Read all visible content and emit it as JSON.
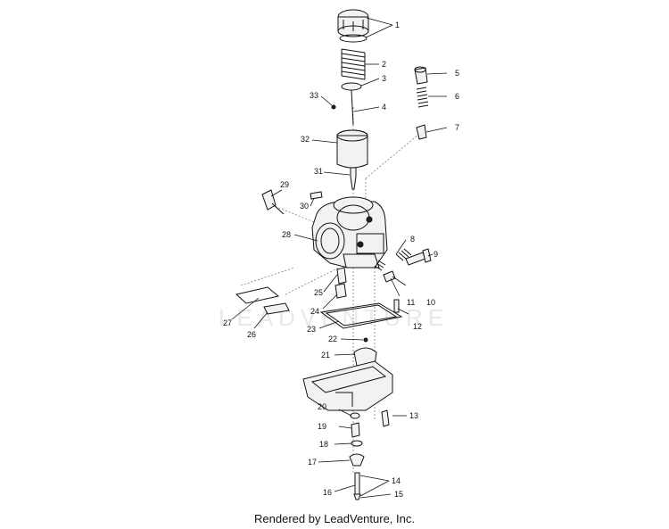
{
  "watermark": "LEADVENTURE",
  "footer": "Rendered by LeadVenture, Inc.",
  "callouts": {
    "c1": "1",
    "c2": "2",
    "c3": "3",
    "c4": "4",
    "c5": "5",
    "c6": "6",
    "c7": "7",
    "c8": "8",
    "c9": "9",
    "c10": "10",
    "c11": "11",
    "c12": "12",
    "c13": "13",
    "c14": "14",
    "c15": "15",
    "c16": "16",
    "c17": "17",
    "c18": "18",
    "c19": "19",
    "c20": "20",
    "c21": "21",
    "c22": "22",
    "c23": "23",
    "c24": "24",
    "c25": "25",
    "c26": "26",
    "c27": "27",
    "c28": "28",
    "c29": "29",
    "c30": "30",
    "c31": "31",
    "c32": "32",
    "c33": "33"
  }
}
